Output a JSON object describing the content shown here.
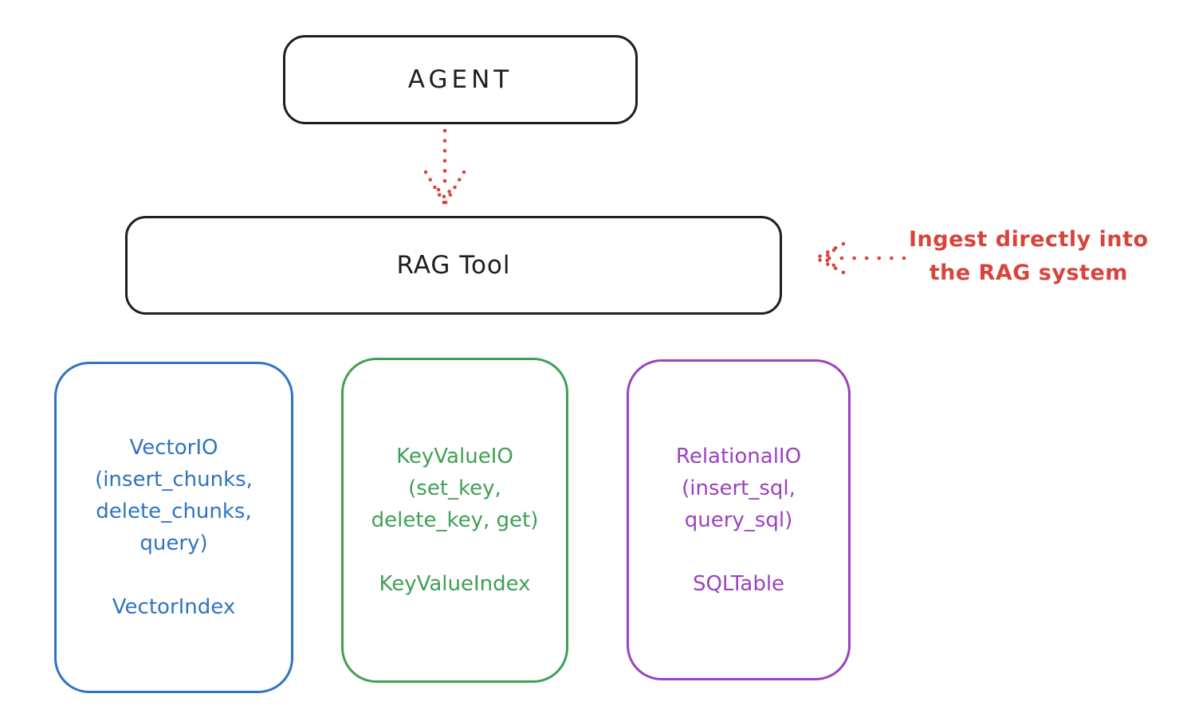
{
  "colors": {
    "black": "#1e1e1e",
    "red": "#d8443b",
    "blue": "#2f74c0",
    "green": "#3fa055",
    "purple": "#9c42bf"
  },
  "nodes": {
    "agent": {
      "label": "AGENT"
    },
    "rag_tool": {
      "label": "RAG Tool"
    }
  },
  "annotation": {
    "text": "Ingest directly into\nthe RAG system"
  },
  "cards": [
    {
      "id": "vector-io",
      "color": "#2f74c0",
      "title": "VectorIO\n(insert_chunks,\ndelete_chunks,\nquery)",
      "index": "VectorIndex"
    },
    {
      "id": "keyvalue-io",
      "color": "#3fa055",
      "title": "KeyValueIO\n(set_key,\ndelete_key, get)",
      "index": "KeyValueIndex"
    },
    {
      "id": "relational-io",
      "color": "#9c42bf",
      "title": "RelationalIO\n(insert_sql,\nquery_sql)",
      "index": "SQLTable"
    }
  ]
}
